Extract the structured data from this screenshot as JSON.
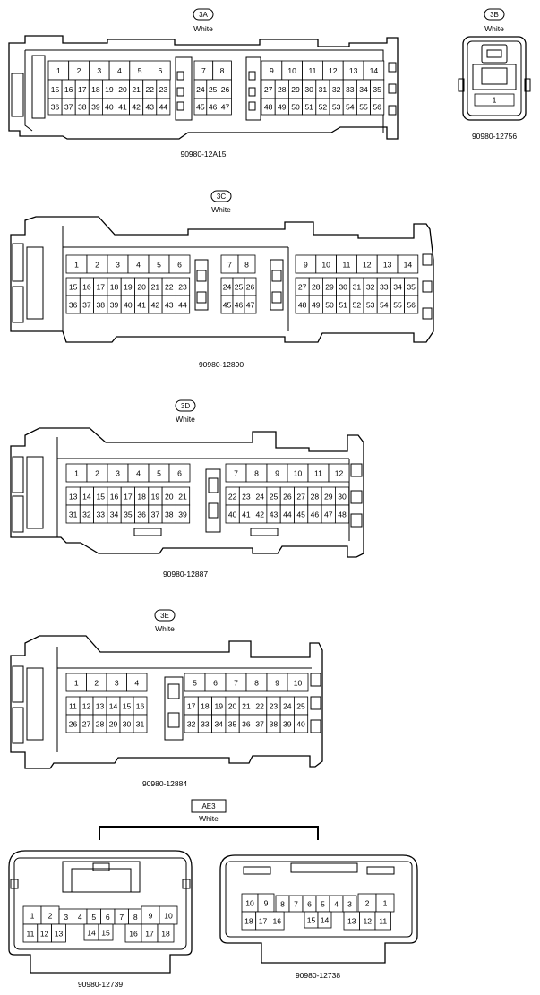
{
  "connectors": [
    {
      "id": "3A",
      "color": "White",
      "part": "90980-12A15",
      "rows": [
        [
          "1",
          "2",
          "3",
          "4",
          "5",
          "6",
          "7",
          "8",
          "9",
          "10",
          "11",
          "12",
          "13",
          "14"
        ],
        [
          "15",
          "16",
          "17",
          "18",
          "19",
          "20",
          "21",
          "22",
          "23",
          "24",
          "25",
          "26",
          "27",
          "28",
          "29",
          "30",
          "31",
          "32",
          "33",
          "34",
          "35"
        ],
        [
          "36",
          "37",
          "38",
          "39",
          "40",
          "41",
          "42",
          "43",
          "44",
          "45",
          "46",
          "47",
          "48",
          "49",
          "50",
          "51",
          "52",
          "53",
          "54",
          "55",
          "56"
        ]
      ]
    },
    {
      "id": "3B",
      "color": "White",
      "part": "90980-12756",
      "pins": [
        "1"
      ]
    },
    {
      "id": "3C",
      "color": "White",
      "part": "90980-12890",
      "rows": [
        [
          "1",
          "2",
          "3",
          "4",
          "5",
          "6",
          "7",
          "8",
          "9",
          "10",
          "11",
          "12",
          "13",
          "14"
        ],
        [
          "15",
          "16",
          "17",
          "18",
          "19",
          "20",
          "21",
          "22",
          "23",
          "24",
          "25",
          "26",
          "27",
          "28",
          "29",
          "30",
          "31",
          "32",
          "33",
          "34",
          "35"
        ],
        [
          "36",
          "37",
          "38",
          "39",
          "40",
          "41",
          "42",
          "43",
          "44",
          "45",
          "46",
          "47",
          "48",
          "49",
          "50",
          "51",
          "52",
          "53",
          "54",
          "55",
          "56"
        ]
      ]
    },
    {
      "id": "3D",
      "color": "White",
      "part": "90980-12887",
      "rows": [
        [
          "1",
          "2",
          "3",
          "4",
          "5",
          "6",
          "7",
          "8",
          "9",
          "10",
          "11",
          "12"
        ],
        [
          "13",
          "14",
          "15",
          "16",
          "17",
          "18",
          "19",
          "20",
          "21",
          "22",
          "23",
          "24",
          "25",
          "26",
          "27",
          "28",
          "29",
          "30"
        ],
        [
          "31",
          "32",
          "33",
          "34",
          "35",
          "36",
          "37",
          "38",
          "39",
          "40",
          "41",
          "42",
          "43",
          "44",
          "45",
          "46",
          "47",
          "48"
        ]
      ]
    },
    {
      "id": "3E",
      "color": "White",
      "part": "90980-12884",
      "rows": [
        [
          "1",
          "2",
          "3",
          "4",
          "5",
          "6",
          "7",
          "8",
          "9",
          "10"
        ],
        [
          "11",
          "12",
          "13",
          "14",
          "15",
          "16",
          "17",
          "18",
          "19",
          "20",
          "21",
          "22",
          "23",
          "24",
          "25"
        ],
        [
          "26",
          "27",
          "28",
          "29",
          "30",
          "31",
          "32",
          "33",
          "34",
          "35",
          "36",
          "37",
          "38",
          "39",
          "40"
        ]
      ]
    },
    {
      "id": "AE3",
      "color": "White",
      "sub": [
        {
          "part": "90980-12739",
          "rows": [
            [
              "1",
              "2",
              "3",
              "4",
              "5",
              "6",
              "7",
              "8",
              "9",
              "10"
            ],
            [
              "11",
              "12",
              "13",
              "14",
              "15",
              "16",
              "17",
              "18"
            ]
          ]
        },
        {
          "part": "90980-12738",
          "rows": [
            [
              "10",
              "9",
              "8",
              "7",
              "6",
              "5",
              "4",
              "3",
              "2",
              "1"
            ],
            [
              "18",
              "17",
              "16",
              "15",
              "14",
              "13",
              "12",
              "11"
            ]
          ]
        }
      ]
    }
  ]
}
